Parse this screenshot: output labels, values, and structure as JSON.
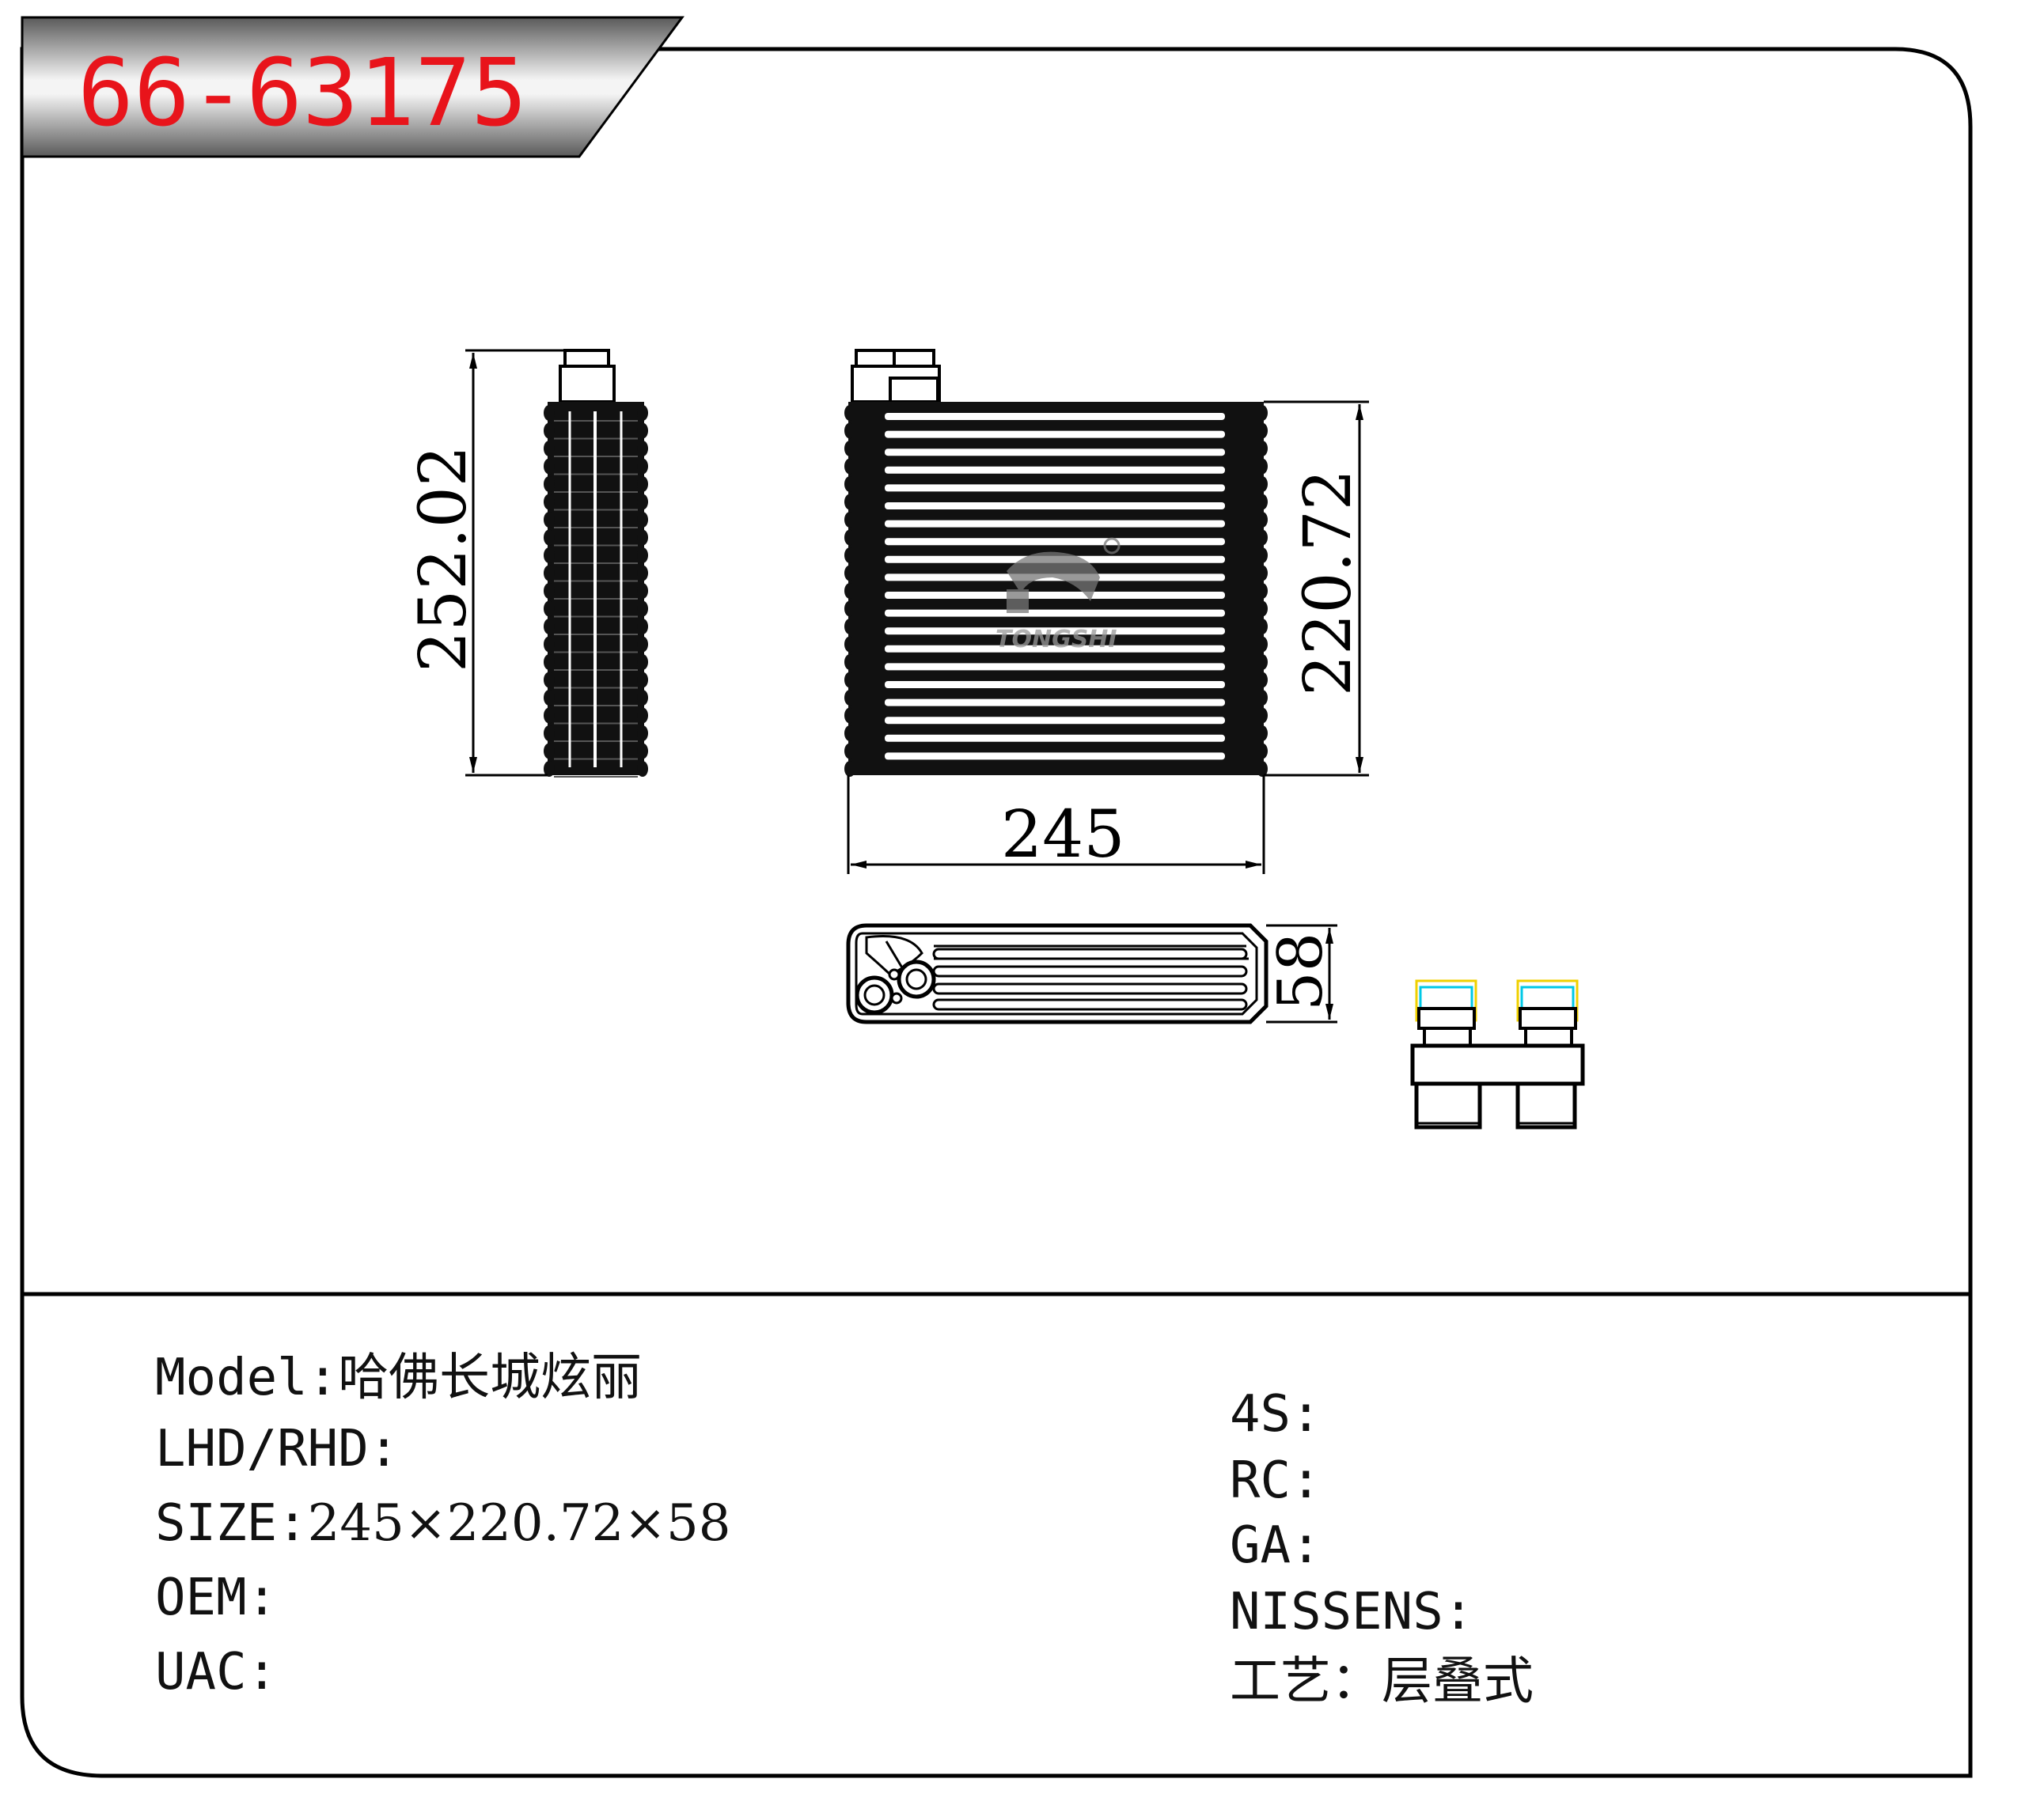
{
  "part_number": "66-63175",
  "dimensions": {
    "height_with_fittings": "252.02",
    "core_height": "220.72",
    "width": "245",
    "depth": "58"
  },
  "logo_text": "TONGSHI",
  "specs_left": [
    {
      "label": "Model",
      "sep": ":",
      "value": "哈佛长城炫丽"
    },
    {
      "label": "LHD/RHD",
      "sep": ":",
      "value": ""
    },
    {
      "label": "SIZE",
      "sep": ":",
      "value": "245×220.72×58"
    },
    {
      "label": "OEM",
      "sep": ":",
      "value": ""
    },
    {
      "label": "UAC",
      "sep": ":",
      "value": ""
    }
  ],
  "specs_right": [
    {
      "label": "4S",
      "sep": ":",
      "value": ""
    },
    {
      "label": "RC",
      "sep": ":",
      "value": ""
    },
    {
      "label": "GA",
      "sep": ":",
      "value": ""
    },
    {
      "label": "NISSENS",
      "sep": ":",
      "value": ""
    },
    {
      "label": "工艺",
      "sep": "：",
      "value": "层叠式"
    }
  ],
  "colors": {
    "part_number": "#e8141b",
    "line": "#000000",
    "tag_gradient_dark": "#666666",
    "tag_gradient_light": "#f2f2f2",
    "fitting_cyan": "#00c8e6",
    "fitting_yellow": "#f0d000"
  }
}
